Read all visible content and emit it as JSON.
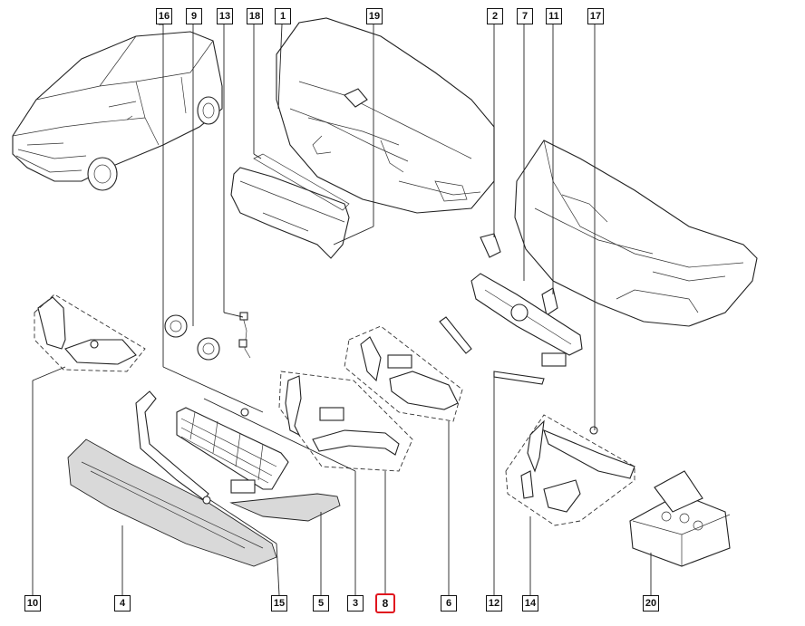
{
  "callouts": {
    "c16": "16",
    "c9": "9",
    "c13": "13",
    "c18": "18",
    "c1": "1",
    "c19": "19",
    "c2": "2",
    "c7": "7",
    "c11": "11",
    "c17": "17",
    "c10": "10",
    "c4": "4",
    "c15": "15",
    "c5": "5",
    "c3": "3",
    "c8": "8",
    "c6": "6",
    "c12": "12",
    "c14": "14",
    "c20": "20"
  },
  "selected_callout": "8",
  "colors": {
    "highlight": "#e0141e",
    "line": "#222222"
  }
}
